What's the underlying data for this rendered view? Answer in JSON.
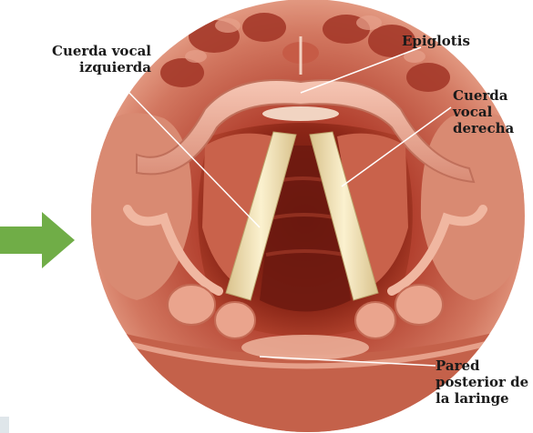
{
  "labels": {
    "left_vocal_cord": "Cuerda vocal\nizquierda",
    "epiglottis": "Epiglotis",
    "right_vocal_cord": "Cuerda\nvocal\nderecha",
    "posterior_wall": "Pared\nposterior de\nla laringe"
  },
  "colors": {
    "arrow": "#70ad47",
    "tissue_dark": "#8c2a1c",
    "tissue_mid": "#c65a45",
    "tissue_light": "#e9a48d",
    "cord": "#f1e3b4",
    "leader_line": "#ffffff"
  },
  "icons": {
    "pointer": "right-arrow-icon"
  }
}
